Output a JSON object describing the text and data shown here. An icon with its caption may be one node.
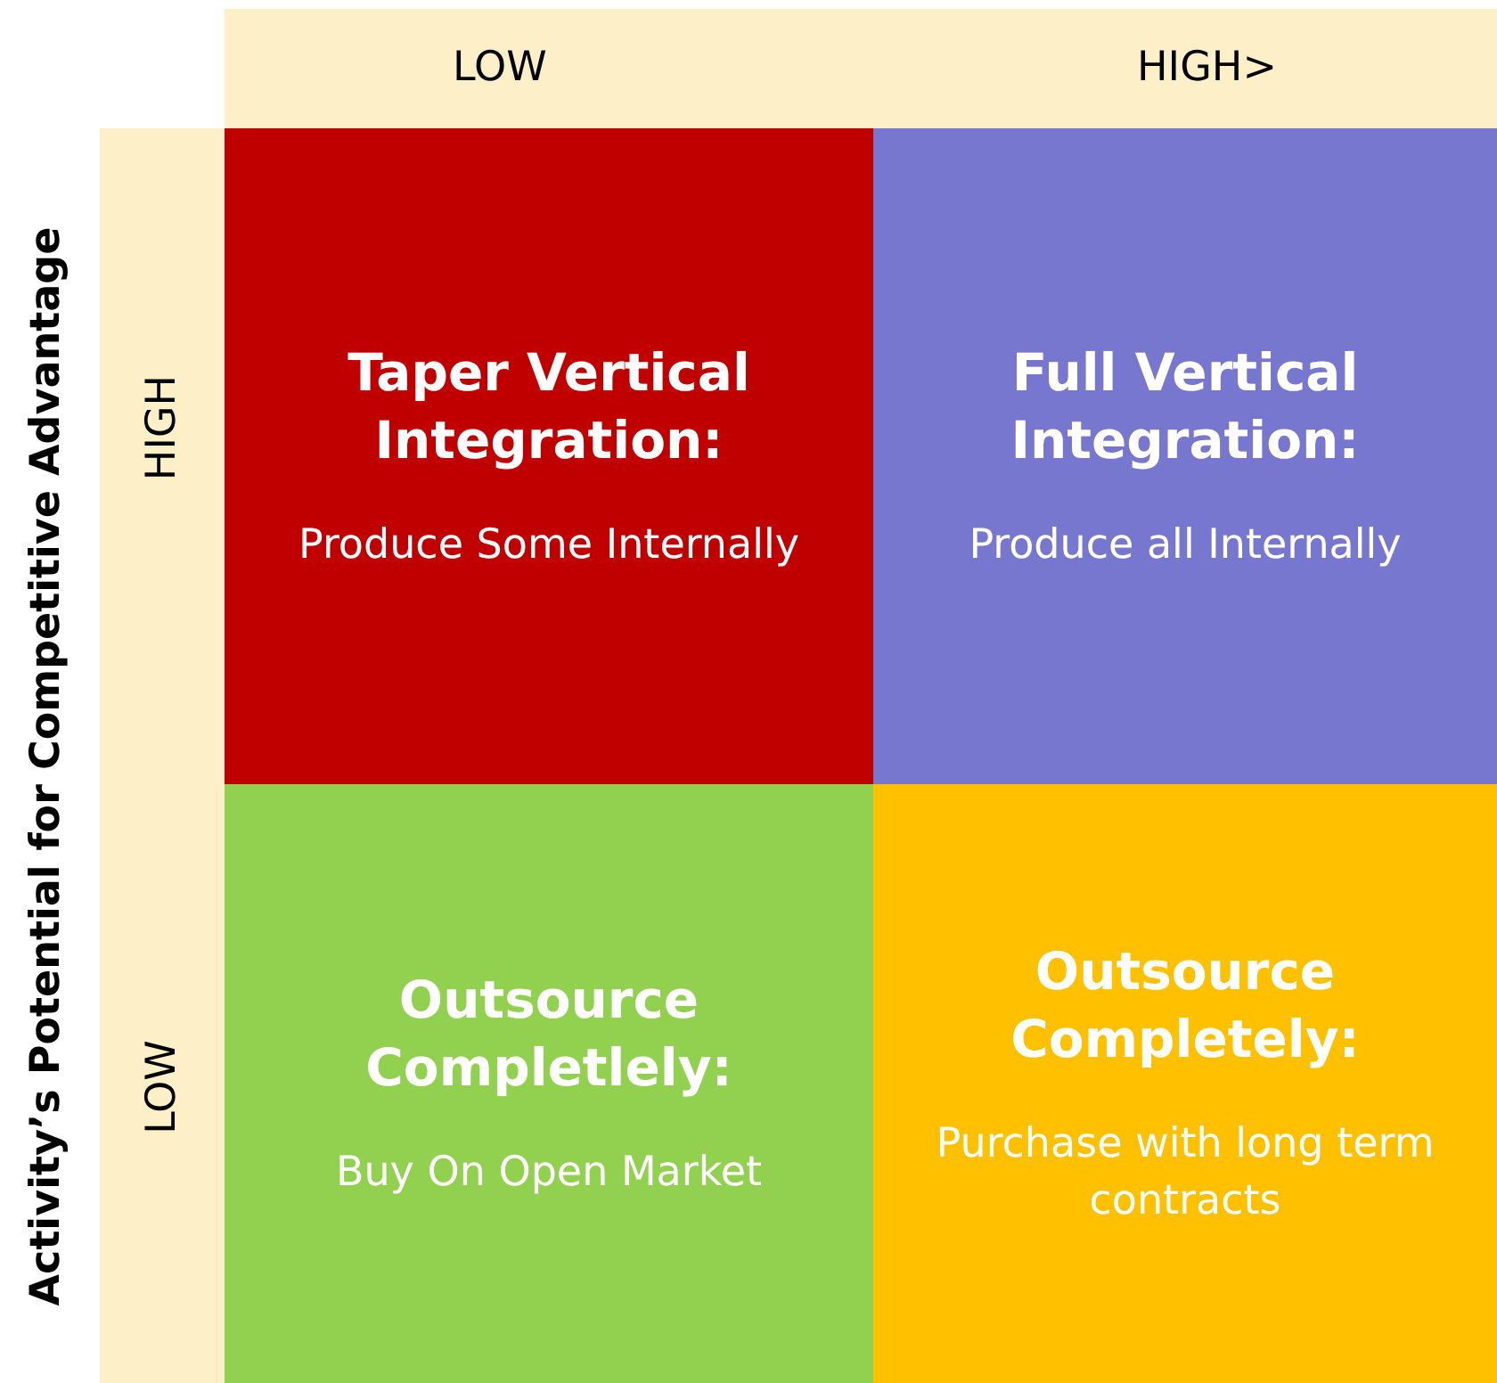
{
  "diagram": {
    "nodes": [
      {
        "text": [
          "LOW",
          "HIGH>"
        ]
      },
      {
        "text": [
          "HIGH",
          "LOW"
        ]
      },
      {
        "text": [
          "Taper Vertical Integration:",
          "Produce Some Internally"
        ]
      },
      {
        "text": [
          "Full Vertical Integration:",
          "Produce all Internally"
        ]
      },
      {
        "text": [
          "Outsource Completlely:",
          "Buy On Open Market"
        ]
      },
      {
        "text": [
          "Outsource Completely:",
          "Purchase with long term contracts"
        ]
      }
    ],
    "edges": [],
    "labels": [
      "Activity’s Potential for Competitive Advantage"
    ]
  }
}
